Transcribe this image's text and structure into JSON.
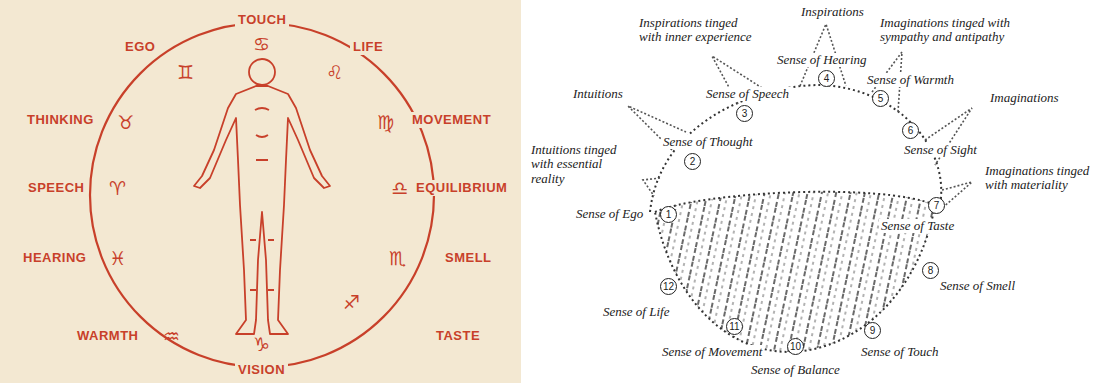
{
  "diagram": {
    "labels": [
      "TOUCH",
      "♋",
      "LIFE",
      "♌",
      "MOVEMENT",
      "♍",
      "EQUILIBRIUM",
      "♎",
      "SMELL",
      "♏",
      "TASTE",
      "♐",
      "VISION",
      "♑",
      "WARMTH",
      "♒",
      "HEARING",
      "♓",
      "SPEECH",
      "♈",
      "THINKING",
      "♉",
      "EGO",
      "♊",
      "Inspirations",
      "Inspirations tinged with inner experience",
      "Imaginations tinged with sympathy and antipathy",
      "Intuitions",
      "Imaginations",
      "Intuitions tinged with essential reality",
      "Imaginations tinged with materiality",
      "Sense of Ego",
      "1",
      "Sense of Thought",
      "2",
      "Sense of Speech",
      "3",
      "Sense of Hearing",
      "4",
      "Sense of Warmth",
      "5",
      "Sense of Sight",
      "6",
      "Sense of Taste",
      "7",
      "Sense of Smell",
      "8",
      "Sense of Touch",
      "9",
      "Sense of Balance",
      "10",
      "Sense of Movement",
      "11",
      "Sense of Life",
      "12"
    ]
  }
}
